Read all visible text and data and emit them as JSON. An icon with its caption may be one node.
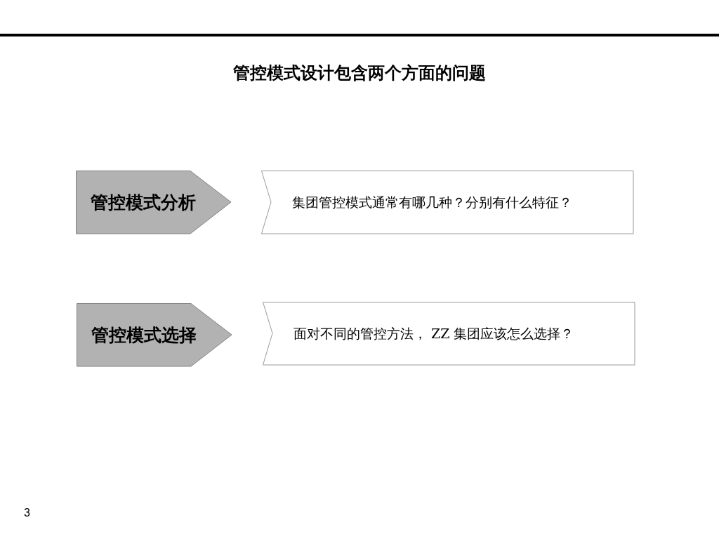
{
  "diagram": {
    "title": "管控模式设计包含两个方面的问题",
    "nodes": [
      {
        "text": [
          "管控模式分析"
        ]
      },
      {
        "text": [
          "集团管控模式通常有哪几种？分别有什么特征？"
        ]
      },
      {
        "text": [
          "管控模式选择"
        ]
      },
      {
        "text": [
          "面对不同的管控方法， ZZ 集团应该怎么选择？"
        ]
      }
    ],
    "edges": [],
    "labels": [
      "3"
    ]
  }
}
